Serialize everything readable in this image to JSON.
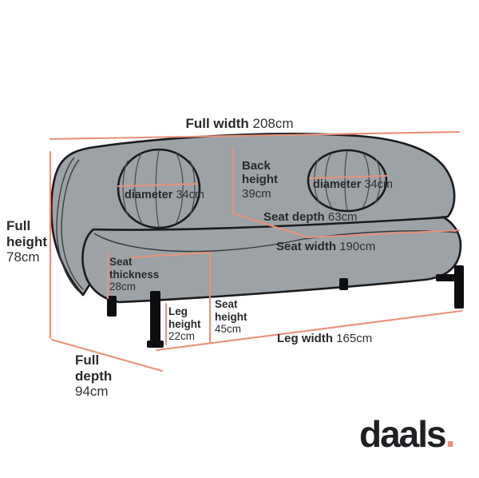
{
  "brand": {
    "name": "daals",
    "dot": "."
  },
  "colors": {
    "accent_line": "#E8917A",
    "sofa_fill": "#9DA2A6",
    "sofa_outline": "#1A1B1D",
    "legs": "#0E0E10",
    "label_text": "#2E3033",
    "background": "#FFFFFF"
  },
  "dimensions": {
    "full_width": {
      "label": "Full width",
      "value": "208cm"
    },
    "full_height": {
      "label": "Full height",
      "value": "78cm"
    },
    "full_depth": {
      "label": "Full depth",
      "value": "94cm"
    },
    "back_height": {
      "label": "Back height",
      "value": "39cm"
    },
    "diameter_left": {
      "label": "diameter",
      "value": "34cm"
    },
    "diameter_right": {
      "label": "diameter",
      "value": "34cm"
    },
    "seat_depth": {
      "label": "Seat depth",
      "value": "63cm"
    },
    "seat_width": {
      "label": "Seat width",
      "value": "190cm"
    },
    "seat_thickness": {
      "label": "Seat thickness",
      "value": "28cm"
    },
    "seat_height": {
      "label": "Seat height",
      "value": "45cm"
    },
    "leg_height": {
      "label": "Leg height",
      "value": "22cm"
    },
    "leg_width": {
      "label": "Leg width",
      "value": "165cm"
    }
  }
}
